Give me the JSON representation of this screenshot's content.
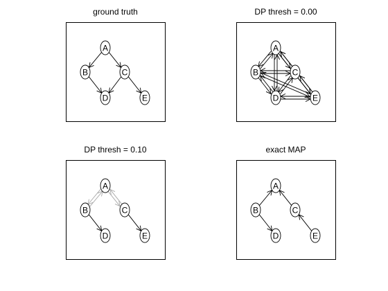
{
  "colors": {
    "background": "#ffffff",
    "frame": "#000000",
    "edge_dark": "#000000",
    "edge_light": "#a8a8a8"
  },
  "nodes": [
    "A",
    "B",
    "C",
    "D",
    "E"
  ],
  "panels": [
    {
      "title": "ground truth",
      "edges": [
        {
          "from": "A",
          "to": "B",
          "style": "dark"
        },
        {
          "from": "A",
          "to": "C",
          "style": "dark"
        },
        {
          "from": "B",
          "to": "D",
          "style": "dark"
        },
        {
          "from": "C",
          "to": "D",
          "style": "dark"
        },
        {
          "from": "C",
          "to": "E",
          "style": "dark"
        }
      ]
    },
    {
      "title": "DP thresh = 0.00",
      "edges": [
        {
          "from": "A",
          "to": "B",
          "style": "dark"
        },
        {
          "from": "B",
          "to": "A",
          "style": "dark"
        },
        {
          "from": "A",
          "to": "C",
          "style": "dark"
        },
        {
          "from": "C",
          "to": "A",
          "style": "dark"
        },
        {
          "from": "A",
          "to": "D",
          "style": "dark"
        },
        {
          "from": "D",
          "to": "A",
          "style": "dark"
        },
        {
          "from": "A",
          "to": "E",
          "style": "dark"
        },
        {
          "from": "E",
          "to": "A",
          "style": "dark"
        },
        {
          "from": "B",
          "to": "C",
          "style": "dark"
        },
        {
          "from": "C",
          "to": "B",
          "style": "dark"
        },
        {
          "from": "B",
          "to": "D",
          "style": "dark"
        },
        {
          "from": "D",
          "to": "B",
          "style": "dark"
        },
        {
          "from": "B",
          "to": "E",
          "style": "dark"
        },
        {
          "from": "E",
          "to": "B",
          "style": "dark"
        },
        {
          "from": "C",
          "to": "D",
          "style": "dark"
        },
        {
          "from": "D",
          "to": "C",
          "style": "dark"
        },
        {
          "from": "C",
          "to": "E",
          "style": "dark"
        },
        {
          "from": "E",
          "to": "C",
          "style": "dark"
        },
        {
          "from": "D",
          "to": "E",
          "style": "dark"
        },
        {
          "from": "E",
          "to": "D",
          "style": "dark"
        }
      ]
    },
    {
      "title": "DP thresh = 0.10",
      "edges": [
        {
          "from": "A",
          "to": "B",
          "style": "light"
        },
        {
          "from": "B",
          "to": "A",
          "style": "light"
        },
        {
          "from": "A",
          "to": "C",
          "style": "light"
        },
        {
          "from": "C",
          "to": "A",
          "style": "light"
        },
        {
          "from": "B",
          "to": "D",
          "style": "dark"
        },
        {
          "from": "C",
          "to": "E",
          "style": "dark"
        }
      ]
    },
    {
      "title": "exact MAP",
      "edges": [
        {
          "from": "B",
          "to": "A",
          "style": "dark"
        },
        {
          "from": "C",
          "to": "A",
          "style": "dark"
        },
        {
          "from": "B",
          "to": "D",
          "style": "dark"
        },
        {
          "from": "E",
          "to": "C",
          "style": "dark"
        }
      ]
    }
  ]
}
